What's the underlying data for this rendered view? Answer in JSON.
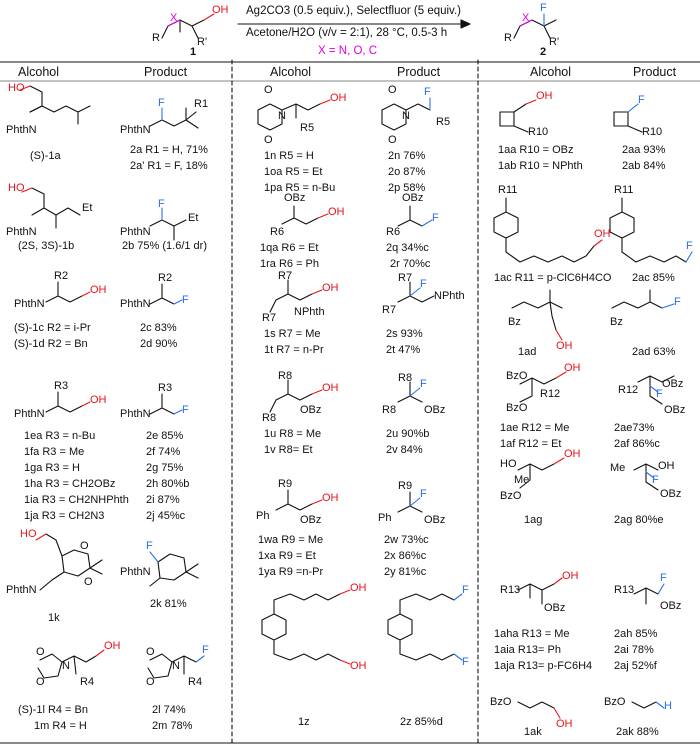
{
  "colors": {
    "hetero": "#e000e0",
    "oh": "#e8141c",
    "fluorine": "#2a6ef0",
    "ink": "#111111"
  },
  "scheme": {
    "reagents_top": "Ag2CO3 (0.5 equiv.), Selectfluor (5 equiv.)",
    "reagents_bottom": "Acetone/H2O (v/v = 2:1), 28 °C, 0.5-3 h",
    "x_note": "X = N, O, C",
    "sm_number": "1",
    "prod_number": "2",
    "sm_atoms": {
      "x": "X",
      "r": "R",
      "rp": "R'",
      "oh": "OH"
    },
    "prod_atoms": {
      "x": "X",
      "r": "R",
      "rp": "R'",
      "f": "F"
    }
  },
  "headers": {
    "c1_alcohol": "Alcohol",
    "c1_product": "Product",
    "c2_alcohol": "Alcohol",
    "c2_product": "Product",
    "c3_alcohol": "Alcohol",
    "c3_product": "Product"
  },
  "atoms": {
    "phthn": "PhthN",
    "nphth": "NPhth",
    "ho": "HO",
    "oh": "OH",
    "f": "F",
    "obz": "OBz",
    "bzo": "BzO",
    "bz": "Bz",
    "me": "Me",
    "et": "Et",
    "ph": "Ph",
    "o": "O",
    "n": "N",
    "h": "H"
  },
  "rlabels": {
    "r": "R",
    "r1": "R1",
    "r2": "R2",
    "r3": "R3",
    "r4": "R4",
    "r5": "R5",
    "r6": "R6",
    "r7": "R7",
    "r8": "R8",
    "r9": "R9",
    "r10": "R10",
    "r11": "R11",
    "r12": "R12",
    "r13": "R13"
  },
  "labels": {
    "c1": {
      "a": "(S)-1a",
      "b": "(2S, 3S)-1b",
      "c": "(S)-1c R2 = i-Pr",
      "d": "(S)-1d R2 = Bn",
      "e": "1ea R3 = n-Bu",
      "f": "1fa R3 = Me",
      "g": "1ga R3 = H",
      "h": "1ha R3 = CH2OBz",
      "i": "1ia R3 = CH2NHPhth",
      "j": "1ja R3 = CH2N3",
      "k": "1k",
      "l": "(S)-1l R4 = Bn",
      "m": "1m R4 = H",
      "p2a": "2a R1 = H, 71%",
      "p2a2": "2a' R1 = F, 18%",
      "p2b": "2b 75% (1.6/1 dr)",
      "p2c": "2c 83%",
      "p2d": "2d 90%",
      "p2e": "2e 85%",
      "p2f": "2f 74%",
      "p2g": "2g 75%",
      "p2h": "2h 80%b",
      "p2i": "2i 87%",
      "p2j": "2j 45%c",
      "p2k": "2k 81%",
      "p2l": "2l 74%",
      "p2m": "2m 78%"
    },
    "c2": {
      "n": "1n R5 = H",
      "o": "1oa R5 = Et",
      "p": "1pa R5 = n-Bu",
      "q": "1qa R6 = Et",
      "r": "1ra R6 = Ph",
      "s": "1s R7 = Me",
      "t": "1t R7 = n-Pr",
      "u": "1u R8 = Me",
      "v": "1v R8= Et",
      "w": "1wa R9 = Me",
      "x": "1xa R9 = Et",
      "y": "1ya R9 =n-Pr",
      "z": "1z",
      "p2n": "2n 76%",
      "p2o": "2o 87%",
      "p2p": "2p 58%",
      "p2q": "2q 34%c",
      "p2r": "2r 70%c",
      "p2s": "2s 93%",
      "p2t": "2t 47%",
      "p2u": "2u 90%b",
      "p2v": "2v 84%",
      "p2w": "2w 73%c",
      "p2x": "2x 86%c",
      "p2y": "2y 81%c",
      "p2z": "2z 85%d"
    },
    "c3": {
      "aa": "1aa R10 = OBz",
      "ab": "1ab R10 = NPhth",
      "ac": "1ac R11 = p-ClC6H4CO",
      "ad": "1ad",
      "ae": "1ae R12 = Me",
      "af": "1af R12 = Et",
      "ag": "1ag",
      "ah": "1aha R13 = Me",
      "ai": "1aia R13= Ph",
      "aj": "1aja R13= p-FC6H4",
      "ak": "1ak",
      "p2aa": "2aa 93%",
      "p2ab": "2ab 84%",
      "p2ac": "2ac 85%",
      "p2ad": "2ad 63%",
      "p2ae": "2ae73%",
      "p2af": "2af 86%c",
      "p2ag": "2ag 80%e",
      "p2ah": "2ah 85%",
      "p2ai": "2ai 78%",
      "p2aj": "2aj 52%f",
      "p2ak": "2ak 88%"
    }
  }
}
